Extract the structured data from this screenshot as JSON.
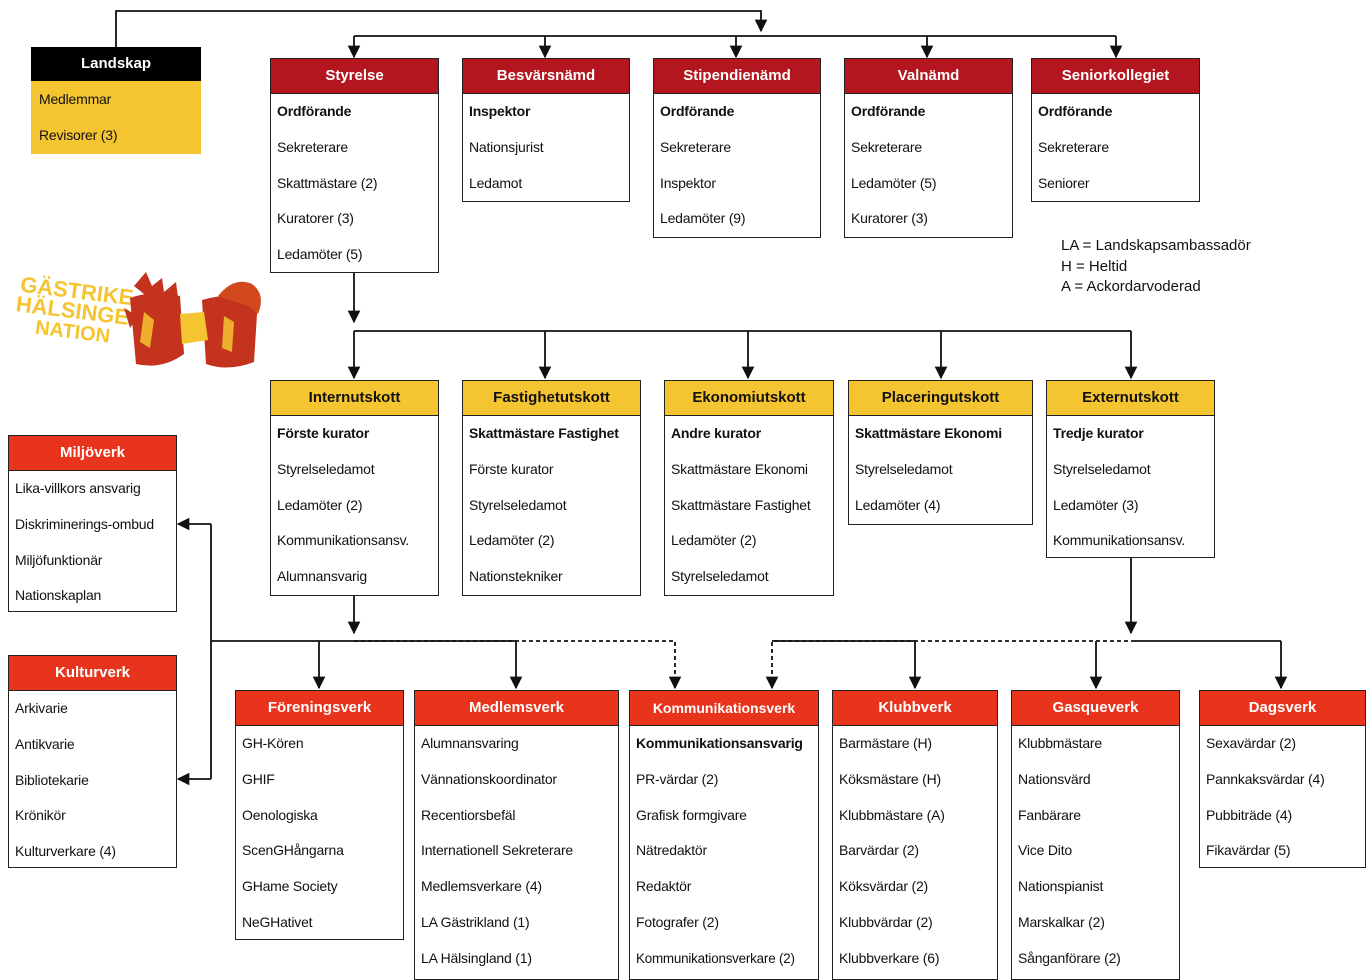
{
  "colors": {
    "board_red": "#b3161e",
    "committee_yellow": "#f5c431",
    "works_orange": "#e8341c",
    "landskap_black": "#000000"
  },
  "landskap": {
    "title": "Landskap",
    "items": [
      "Medlemmar",
      "Revisorer (3)"
    ]
  },
  "top_row": [
    {
      "title": "Styrelse",
      "items": [
        {
          "text": "Ordförande",
          "bold": true
        },
        {
          "text": "Sekreterare"
        },
        {
          "text": "Skattmästare (2)"
        },
        {
          "text": "Kuratorer (3)"
        },
        {
          "text": "Ledamöter (5)"
        }
      ]
    },
    {
      "title": "Besvärsnämd",
      "items": [
        {
          "text": "Inspektor",
          "bold": true
        },
        {
          "text": "Nationsjurist"
        },
        {
          "text": "Ledamot"
        }
      ]
    },
    {
      "title": "Stipendienämd",
      "items": [
        {
          "text": "Ordförande",
          "bold": true
        },
        {
          "text": "Sekreterare"
        },
        {
          "text": "Inspektor"
        },
        {
          "text": "Ledamöter (9)"
        }
      ]
    },
    {
      "title": "Valnämd",
      "items": [
        {
          "text": "Ordförande",
          "bold": true
        },
        {
          "text": "Sekreterare"
        },
        {
          "text": "Ledamöter (5)"
        },
        {
          "text": "Kuratorer (3)"
        }
      ]
    },
    {
      "title": "Seniorkollegiet",
      "items": [
        {
          "text": "Ordförande",
          "bold": true
        },
        {
          "text": "Sekreterare"
        },
        {
          "text": "Seniorer"
        }
      ]
    }
  ],
  "legend": [
    "LA = Landskapsambassadör",
    "H = Heltid",
    "A = Ackordarvoderad"
  ],
  "logo": {
    "lines": [
      "GÄSTRIKE",
      "HÄLSINGE",
      "NATION"
    ]
  },
  "committees": [
    {
      "title": "Internutskott",
      "items": [
        {
          "text": "Förste kurator",
          "bold": true
        },
        {
          "text": "Styrelseledamot"
        },
        {
          "text": "Ledamöter (2)"
        },
        {
          "text": "Kommunikationsansv."
        },
        {
          "text": "Alumnansvarig"
        }
      ]
    },
    {
      "title": "Fastighetutskott",
      "items": [
        {
          "text": "Skattmästare Fastighet",
          "bold": true
        },
        {
          "text": "Förste kurator"
        },
        {
          "text": "Styrelseledamot"
        },
        {
          "text": "Ledamöter (2)"
        },
        {
          "text": "Nationstekniker"
        }
      ]
    },
    {
      "title": "Ekonomiutskott",
      "items": [
        {
          "text": "Andre kurator",
          "bold": true
        },
        {
          "text": "Skattmästare Ekonomi"
        },
        {
          "text": "Skattmästare Fastighet"
        },
        {
          "text": "Ledamöter (2)"
        },
        {
          "text": "Styrelseledamot"
        }
      ]
    },
    {
      "title": "Placeringutskott",
      "items": [
        {
          "text": "Skattmästare Ekonomi",
          "bold": true
        },
        {
          "text": "Styrelseledamot"
        },
        {
          "text": "Ledamöter (4)"
        }
      ]
    },
    {
      "title": "Externutskott",
      "items": [
        {
          "text": "Tredje kurator",
          "bold": true
        },
        {
          "text": "Styrelseledamot"
        },
        {
          "text": "Ledamöter (3)"
        },
        {
          "text": "Kommunikationsansv."
        }
      ]
    }
  ],
  "side_works": [
    {
      "title": "Miljöverk",
      "items": [
        {
          "text": "Lika-villkors ansvarig"
        },
        {
          "text": "Diskriminerings-ombud"
        },
        {
          "text": "Miljöfunktionär"
        },
        {
          "text": "Nationskaplan"
        }
      ]
    },
    {
      "title": "Kulturverk",
      "items": [
        {
          "text": "Arkivarie"
        },
        {
          "text": "Antikvarie"
        },
        {
          "text": "Bibliotekarie"
        },
        {
          "text": "Krönikör"
        },
        {
          "text": "Kulturverkare (4)"
        }
      ]
    }
  ],
  "works": [
    {
      "title": "Föreningsverk",
      "items": [
        {
          "text": "GH-Kören"
        },
        {
          "text": "GHIF"
        },
        {
          "text": "Oenologiska"
        },
        {
          "text": "ScenGHångarna"
        },
        {
          "text": "GHame Society"
        },
        {
          "text": "NeGHativet"
        }
      ]
    },
    {
      "title": "Medlemsverk",
      "items": [
        {
          "text": "Alumnansvaring"
        },
        {
          "text": "Vännationskoordinator"
        },
        {
          "text": "Recentiorsbefäl"
        },
        {
          "text": "Internationell Sekreterare"
        },
        {
          "text": "Medlemsverkare (4)"
        },
        {
          "text": "LA Gästrikland (1)"
        },
        {
          "text": "LA Hälsingland (1)"
        }
      ]
    },
    {
      "title": "Kommunikationsverk",
      "items": [
        {
          "text": "Kommunikationsansvarig",
          "bold": true
        },
        {
          "text": "PR-värdar (2)"
        },
        {
          "text": "Grafisk formgivare"
        },
        {
          "text": "Nätredaktör"
        },
        {
          "text": "Redaktör"
        },
        {
          "text": "Fotografer (2)"
        },
        {
          "text": "Kommunikationsverkare (2)"
        }
      ]
    },
    {
      "title": "Klubbverk",
      "items": [
        {
          "text": "Barmästare (H)"
        },
        {
          "text": "Köksmästare (H)"
        },
        {
          "text": "Klubbmästare (A)"
        },
        {
          "text": "Barvärdar (2)"
        },
        {
          "text": "Köksvärdar (2)"
        },
        {
          "text": "Klubbvärdar (2)"
        },
        {
          "text": "Klubbverkare (6)"
        }
      ]
    },
    {
      "title": "Gasqueverk",
      "items": [
        {
          "text": "Klubbmästare"
        },
        {
          "text": "Nationsvärd"
        },
        {
          "text": "Fanbärare"
        },
        {
          "text": "Vice Dito"
        },
        {
          "text": "Nationspianist"
        },
        {
          "text": "Marskalkar (2)"
        },
        {
          "text": "Sånganförare (2)"
        }
      ]
    },
    {
      "title": "Dagsverk",
      "items": [
        {
          "text": "Sexavärdar (2)"
        },
        {
          "text": "Pannkaksvärdar (4)"
        },
        {
          "text": "Pubbiträde (4)"
        },
        {
          "text": "Fikavärdar (5)"
        }
      ]
    }
  ]
}
